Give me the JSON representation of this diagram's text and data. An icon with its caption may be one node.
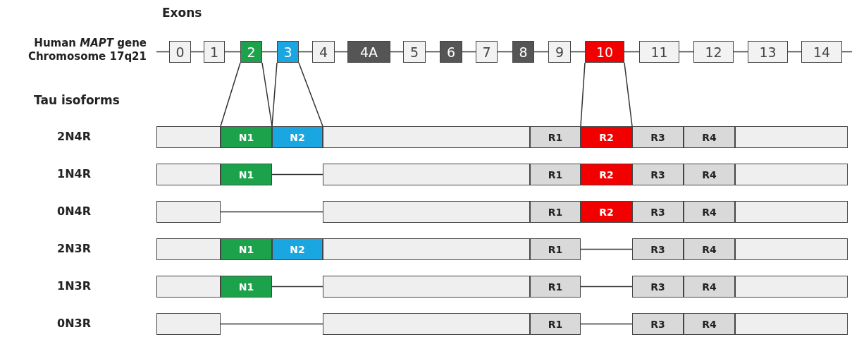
{
  "diagram": {
    "nodes": [
      {
        "text": [
          "0"
        ]
      },
      {
        "text": [
          "1"
        ]
      },
      {
        "text": [
          "2"
        ]
      },
      {
        "text": [
          "3"
        ]
      },
      {
        "text": [
          "4"
        ]
      },
      {
        "text": [
          "4A"
        ]
      },
      {
        "text": [
          "5"
        ]
      },
      {
        "text": [
          "6"
        ]
      },
      {
        "text": [
          "7"
        ]
      },
      {
        "text": [
          "8"
        ]
      },
      {
        "text": [
          "9"
        ]
      },
      {
        "text": [
          "10"
        ]
      },
      {
        "text": [
          "11"
        ]
      },
      {
        "text": [
          "12"
        ]
      },
      {
        "text": [
          "13"
        ]
      },
      {
        "text": [
          "14"
        ]
      },
      {
        "text": [],
        "shape": "box"
      },
      {
        "text": [
          "N1"
        ]
      },
      {
        "text": [
          "N2"
        ]
      },
      {
        "text": [],
        "shape": "box"
      },
      {
        "text": [
          "R1"
        ]
      },
      {
        "text": [
          "R2"
        ]
      },
      {
        "text": [
          "R3"
        ]
      },
      {
        "text": [
          "R4"
        ]
      },
      {
        "text": [],
        "shape": "box"
      },
      {
        "text": [],
        "shape": "box"
      },
      {
        "text": [
          "N1"
        ]
      },
      {
        "text": [],
        "shape": "box"
      },
      {
        "text": [
          "R1"
        ]
      },
      {
        "text": [
          "R2"
        ]
      },
      {
        "text": [
          "R3"
        ]
      },
      {
        "text": [
          "R4"
        ]
      },
      {
        "text": [],
        "shape": "box"
      },
      {
        "text": [],
        "shape": "box"
      },
      {
        "text": [],
        "shape": "box"
      },
      {
        "text": [
          "R1"
        ]
      },
      {
        "text": [
          "R2"
        ]
      },
      {
        "text": [
          "R3"
        ]
      },
      {
        "text": [
          "R4"
        ]
      },
      {
        "text": [],
        "shape": "box"
      },
      {
        "text": [],
        "shape": "box"
      },
      {
        "text": [
          "N1"
        ]
      },
      {
        "text": [
          "N2"
        ]
      },
      {
        "text": [],
        "shape": "box"
      },
      {
        "text": [
          "R1"
        ]
      },
      {
        "text": [
          "R3"
        ]
      },
      {
        "text": [
          "R4"
        ]
      },
      {
        "text": [],
        "shape": "box"
      },
      {
        "text": [],
        "shape": "box"
      },
      {
        "text": [
          "N1"
        ]
      },
      {
        "text": [],
        "shape": "box"
      },
      {
        "text": [
          "R1"
        ]
      },
      {
        "text": [
          "R3"
        ]
      },
      {
        "text": [
          "R4"
        ]
      },
      {
        "text": [],
        "shape": "box"
      },
      {
        "text": [],
        "shape": "box"
      },
      {
        "text": [],
        "shape": "box"
      },
      {
        "text": [
          "R1"
        ]
      },
      {
        "text": [
          "R3"
        ]
      },
      {
        "text": [
          "R4"
        ]
      },
      {
        "text": [],
        "shape": "box"
      }
    ],
    "edges": [
      {
        "from": null,
        "to": 0,
        "arrow": "none"
      },
      {
        "from": 0,
        "to": 1,
        "arrow": "none"
      },
      {
        "from": 1,
        "to": 2,
        "arrow": "none"
      },
      {
        "from": 2,
        "to": 3,
        "arrow": "none"
      },
      {
        "from": 3,
        "to": 4,
        "arrow": "none"
      },
      {
        "from": 4,
        "to": 5,
        "arrow": "none"
      },
      {
        "from": 5,
        "to": 6,
        "arrow": "none"
      },
      {
        "from": 6,
        "to": 7,
        "arrow": "none"
      },
      {
        "from": 7,
        "to": 8,
        "arrow": "none"
      },
      {
        "from": 8,
        "to": 9,
        "arrow": "none"
      },
      {
        "from": 9,
        "to": 10,
        "arrow": "none"
      },
      {
        "from": 10,
        "to": 11,
        "arrow": "none"
      },
      {
        "from": 11,
        "to": 12,
        "arrow": "none"
      },
      {
        "from": 12,
        "to": 13,
        "arrow": "none"
      },
      {
        "from": 13,
        "to": 14,
        "arrow": "none"
      },
      {
        "from": 14,
        "to": 15,
        "arrow": "none"
      },
      {
        "from": 15,
        "to": null,
        "arrow": "none"
      },
      {
        "from": 2,
        "to": 17,
        "arrow": "none"
      },
      {
        "from": 3,
        "to": 18,
        "arrow": "none"
      },
      {
        "from": 11,
        "to": 21,
        "arrow": "none"
      },
      {
        "from": 26,
        "to": 27,
        "arrow": "none"
      },
      {
        "from": 33,
        "to": 34,
        "arrow": "none"
      },
      {
        "from": 44,
        "to": 45,
        "arrow": "none"
      },
      {
        "from": 49,
        "to": 50,
        "arrow": "none"
      },
      {
        "from": 51,
        "to": 52,
        "arrow": "none"
      },
      {
        "from": 55,
        "to": 56,
        "arrow": "none"
      },
      {
        "from": 57,
        "to": 58,
        "arrow": "none"
      }
    ],
    "labels": [
      "Exons",
      "Human *MAPT* gene Chromosome 17q21",
      "Tau isoforms",
      "2N4R",
      "1N4R",
      "0N4R",
      "2N3R",
      "1N3R",
      "0N3R"
    ]
  }
}
